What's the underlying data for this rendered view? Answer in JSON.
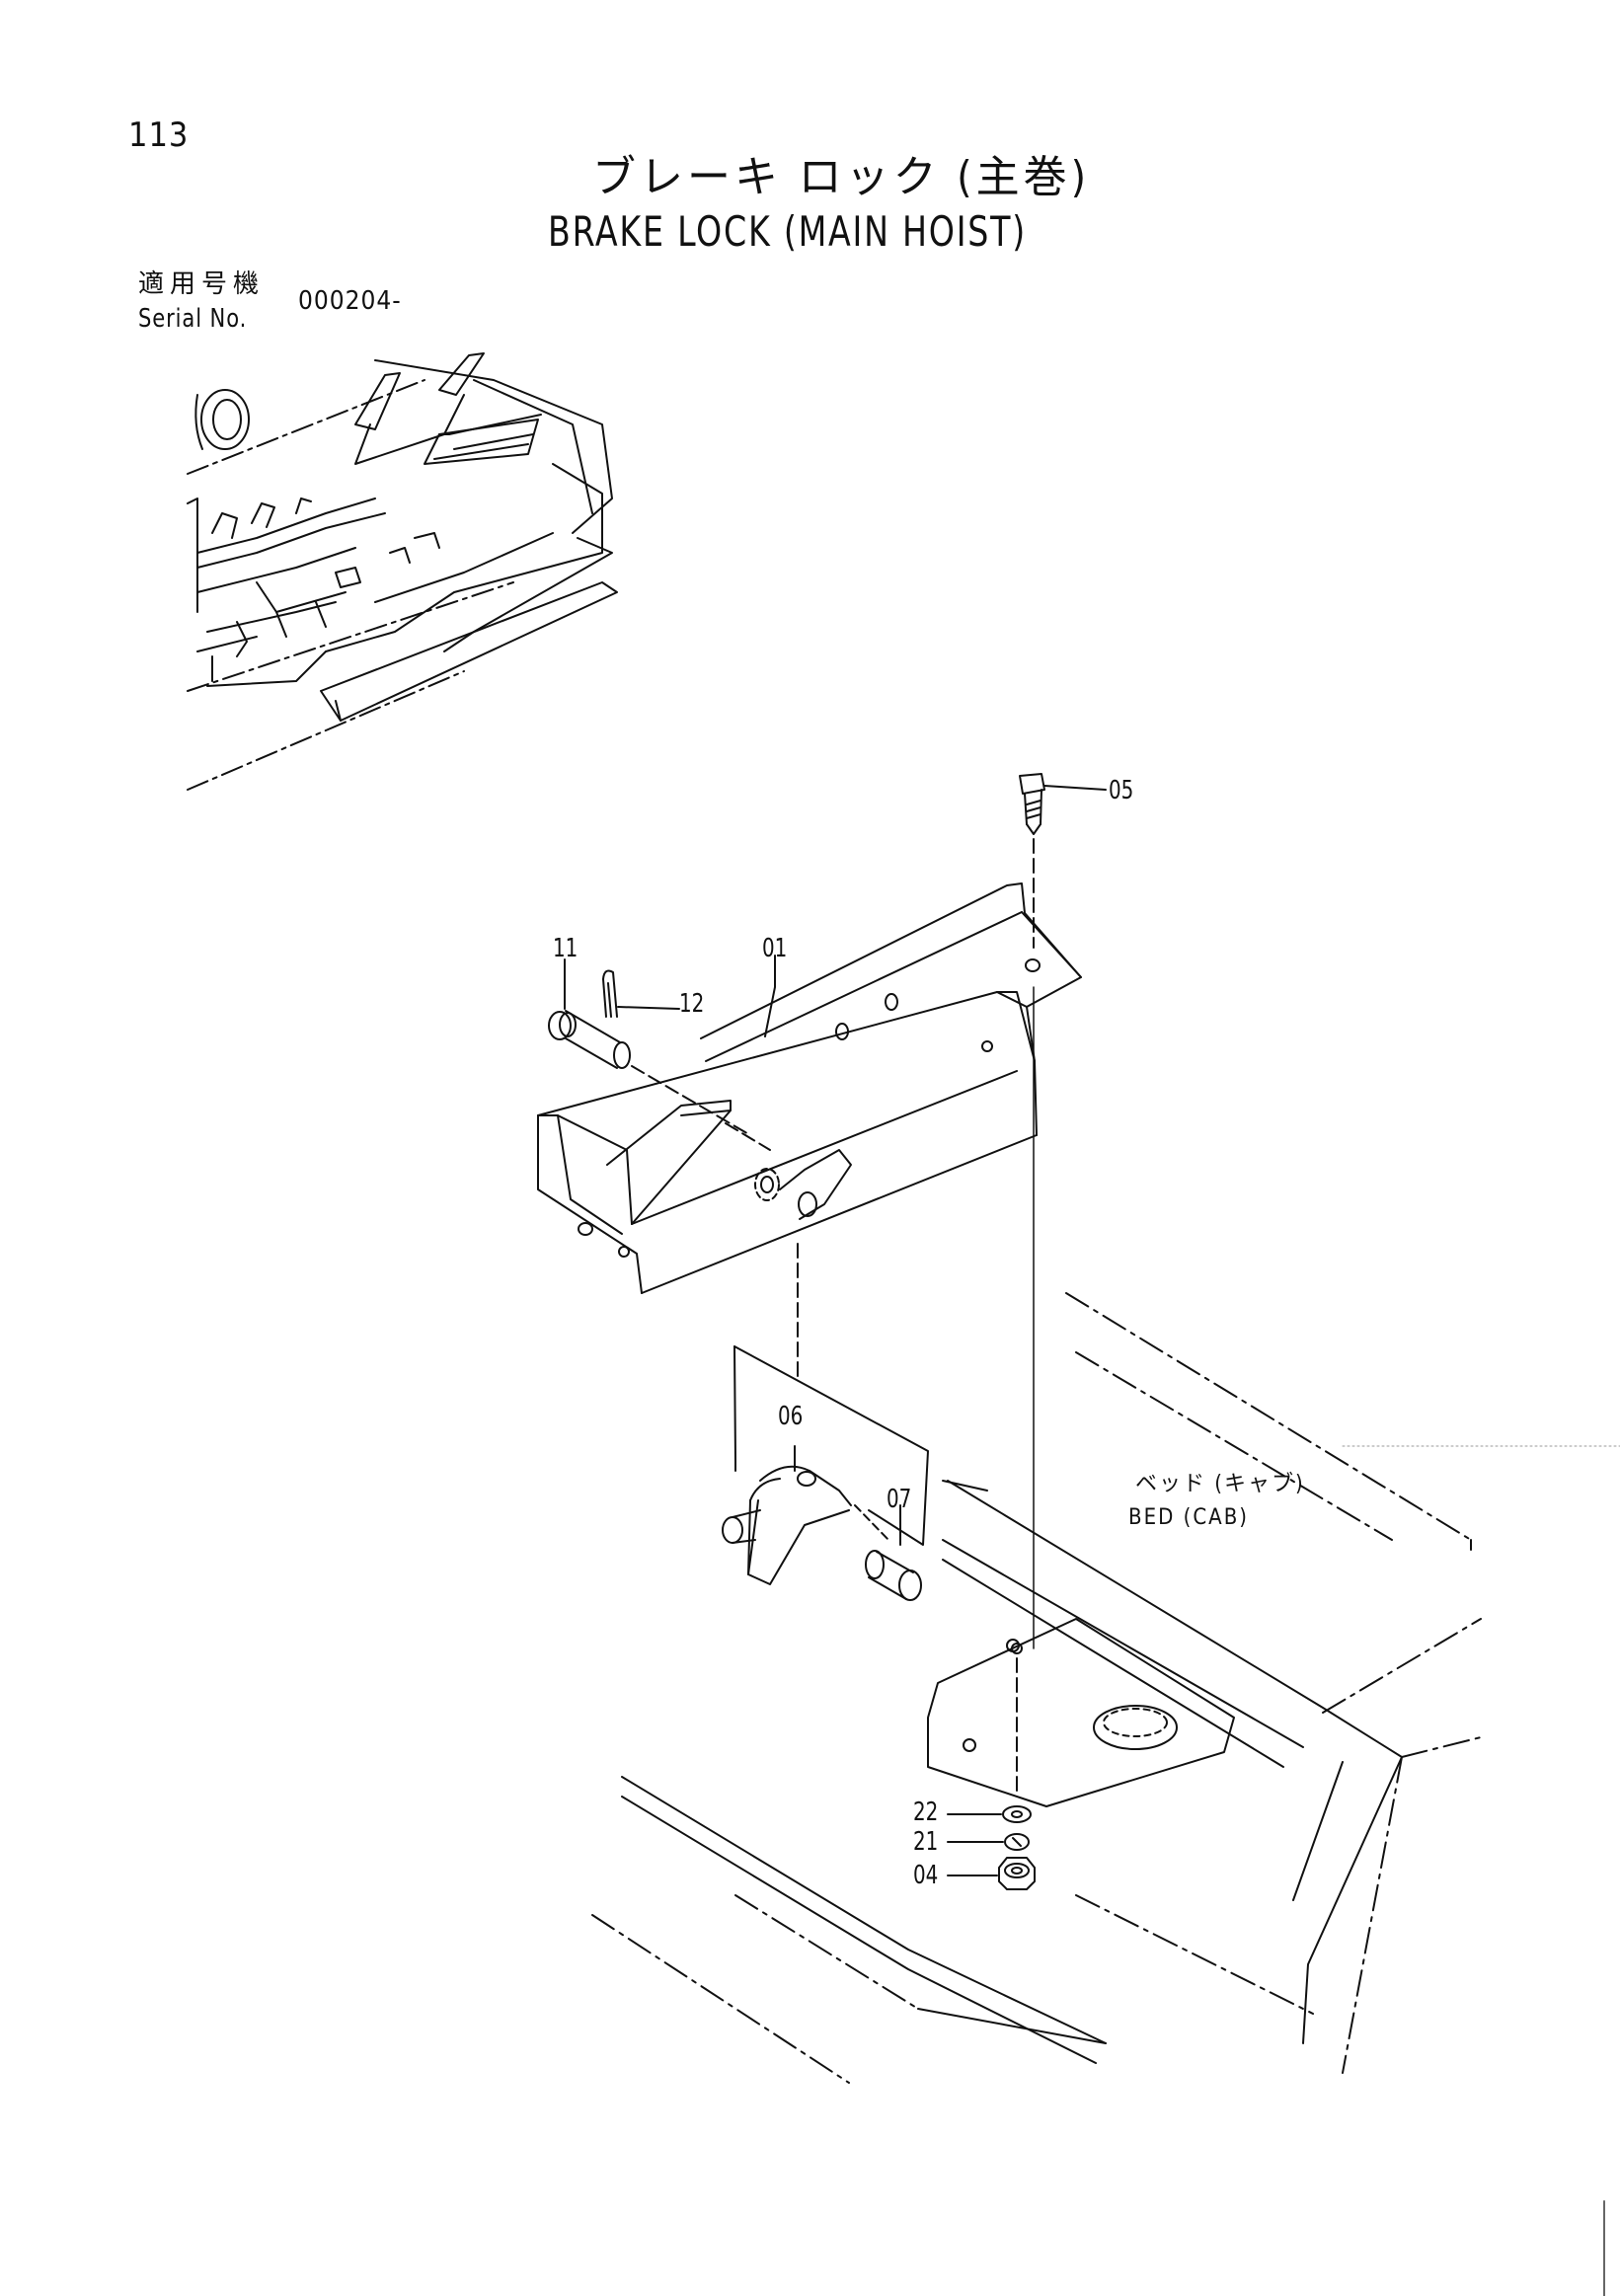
{
  "page": {
    "number": "113",
    "title_ja": "ブレーキ ロック (主巻)",
    "title_en": "BRAKE LOCK (MAIN HOIST)"
  },
  "serial": {
    "label_ja": "適用号機",
    "label_en": "Serial No.",
    "value": "000204-"
  },
  "callouts": [
    {
      "id": "05",
      "label": "05"
    },
    {
      "id": "11",
      "label": "11"
    },
    {
      "id": "01",
      "label": "01"
    },
    {
      "id": "12",
      "label": "12"
    },
    {
      "id": "06",
      "label": "06"
    },
    {
      "id": "07",
      "label": "07"
    },
    {
      "id": "22",
      "label": "22"
    },
    {
      "id": "21",
      "label": "21"
    },
    {
      "id": "04",
      "label": "04"
    }
  ],
  "bed_label": {
    "ja": "ベッド (キャブ)",
    "en": "BED (CAB)"
  },
  "colors": {
    "ink": "#111111",
    "paper": "#ffffff"
  }
}
